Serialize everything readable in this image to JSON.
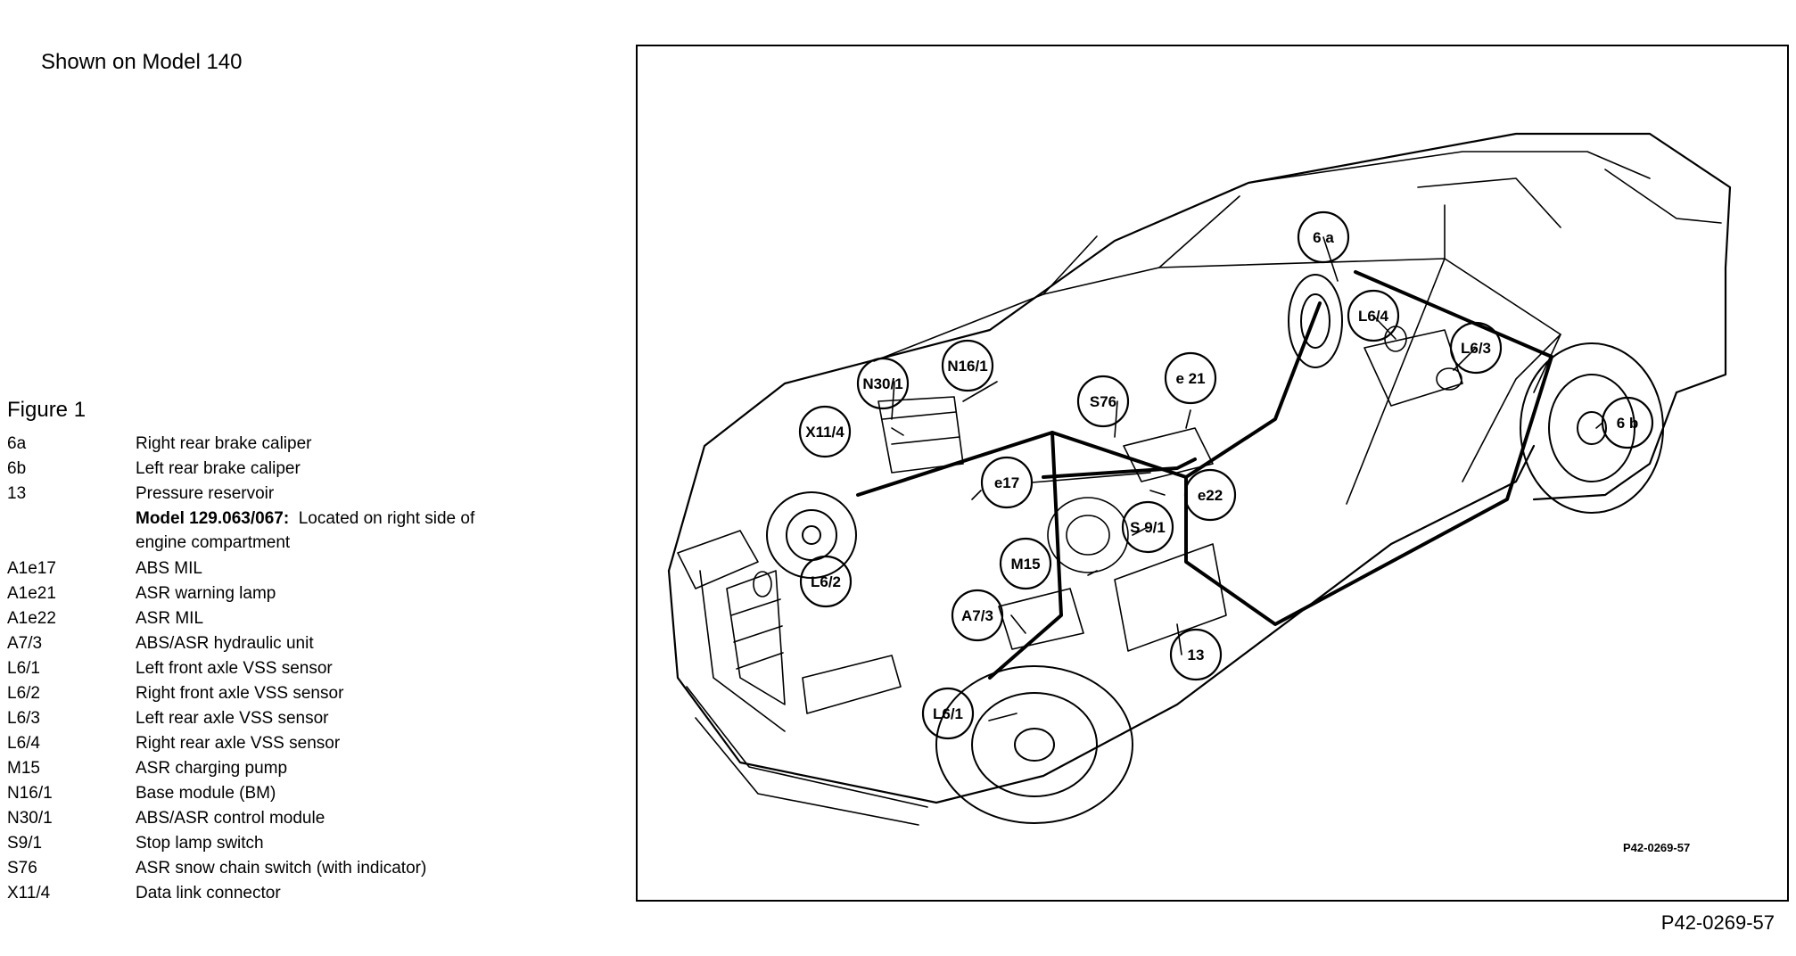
{
  "page": {
    "subtitle": "Shown on Model 140",
    "figure_heading": "Figure 1",
    "figure_code_inside": "P42-0269-57",
    "figure_code_outside": "P42-0269-57"
  },
  "legend": [
    {
      "code": "6a",
      "desc": "Right rear brake caliper"
    },
    {
      "code": "6b",
      "desc": "Left rear brake caliper"
    },
    {
      "code": "13",
      "desc": "Pressure reservoir"
    },
    {
      "code": "",
      "note_head": "Model 129.063/067:",
      "note_tail": "Located on right side of",
      "note_line2": "engine compartment"
    },
    {
      "code": "A1e17",
      "desc": "ABS MIL"
    },
    {
      "code": "A1e21",
      "desc": "ASR warning lamp"
    },
    {
      "code": "A1e22",
      "desc": "ASR MIL"
    },
    {
      "code": "A7/3",
      "desc": "ABS/ASR hydraulic unit"
    },
    {
      "code": "L6/1",
      "desc": "Left front axle VSS sensor"
    },
    {
      "code": "L6/2",
      "desc": "Right front axle VSS sensor"
    },
    {
      "code": "L6/3",
      "desc": "Left rear axle VSS sensor"
    },
    {
      "code": "L6/4",
      "desc": "Right rear axle VSS sensor"
    },
    {
      "code": "M15",
      "desc": "ASR charging pump"
    },
    {
      "code": "N16/1",
      "desc": "Base module (BM)"
    },
    {
      "code": "N30/1",
      "desc": "ABS/ASR control module"
    },
    {
      "code": "S9/1",
      "desc": "Stop lamp switch"
    },
    {
      "code": "S76",
      "desc": "ASR snow chain switch (with indicator)"
    },
    {
      "code": "X11/4",
      "desc": "Data link connector"
    }
  ],
  "callouts": {
    "c6a": "6 a",
    "c6b": "6 b",
    "c13": "13",
    "cL64": "L6/4",
    "cL63": "L6/3",
    "cL62": "L6/2",
    "cL61": "L6/1",
    "cN161": "N16/1",
    "cN301": "N30/1",
    "cX114": "X11/4",
    "cS76": "S76",
    "ce21": "e 21",
    "ce17": "e17",
    "ce22": "e22",
    "cS91": "S 9/1",
    "cM15": "M15",
    "cA73": "A7/3"
  }
}
